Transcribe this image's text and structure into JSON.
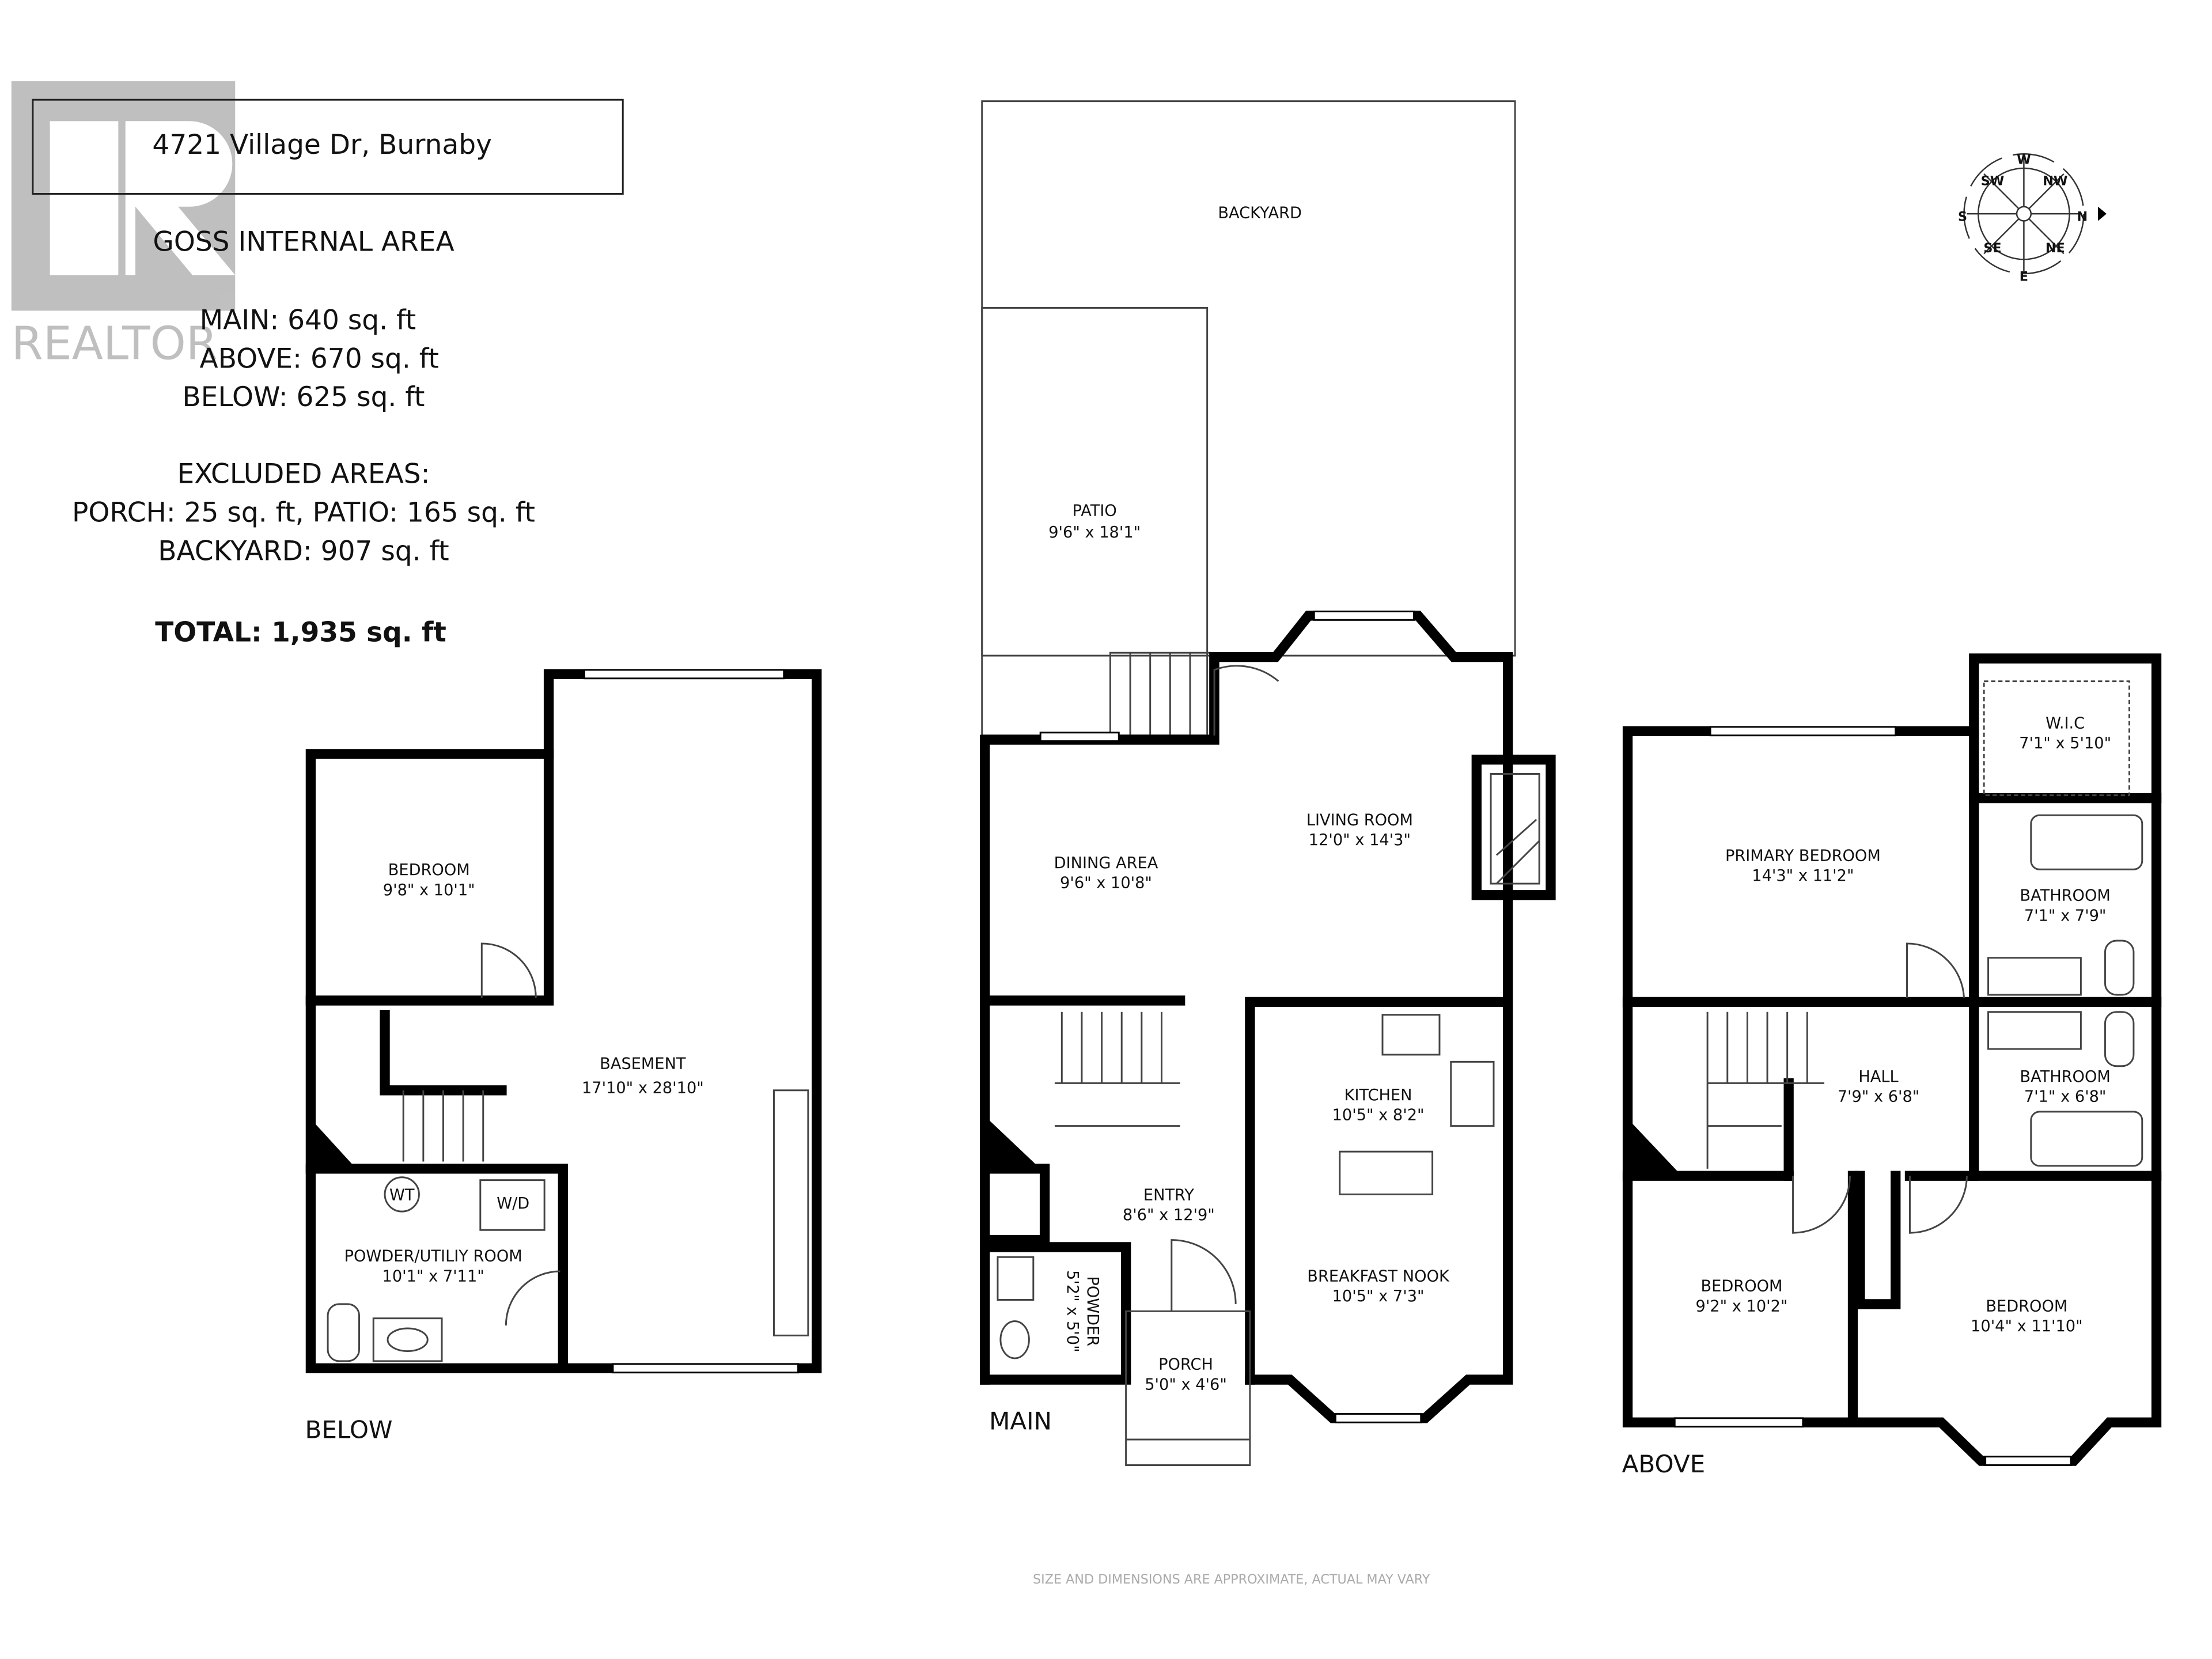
{
  "header": {
    "address": "4721 Village Dr, Burnaby",
    "subtitle": "GOSS INTERNAL AREA",
    "areas": [
      "MAIN: 640 sq. ft",
      "ABOVE: 670 sq. ft",
      "BELOW: 625 sq. ft"
    ],
    "excluded_title": "EXCLUDED AREAS:",
    "excluded": [
      "PORCH: 25 sq. ft, PATIO: 165 sq. ft",
      "BACKYARD:  907 sq. ft"
    ],
    "total": "TOTAL: 1,935 sq. ft"
  },
  "watermark": {
    "text": "REALTOR",
    "color": "#8c8c8c"
  },
  "compass": {
    "labels": {
      "top": "W",
      "right": "N",
      "bottom": "E",
      "left": "S",
      "tl": "SW",
      "tr": "NW",
      "bl": "SE",
      "br": "NE"
    }
  },
  "levels": {
    "below": {
      "label": "BELOW",
      "rooms": [
        {
          "name": "BEDROOM",
          "dims": "9'8\" x 10'1\""
        },
        {
          "name": "BASEMENT",
          "dims": "17'10\" x 28'10\""
        },
        {
          "name": "POWDER/UTILIY ROOM",
          "dims": "10'1\" x 7'11\""
        }
      ],
      "fixtures": [
        "WT",
        "W/D"
      ]
    },
    "main": {
      "label": "MAIN",
      "rooms": [
        {
          "name": "BACKYARD",
          "dims": ""
        },
        {
          "name": "PATIO",
          "dims": "9'6\" x 18'1\""
        },
        {
          "name": "LIVING ROOM",
          "dims": "12'0\" x 14'3\""
        },
        {
          "name": "DINING AREA",
          "dims": "9'6\" x 10'8\""
        },
        {
          "name": "KITCHEN",
          "dims": "10'5\" x 8'2\""
        },
        {
          "name": "ENTRY",
          "dims": "8'6\" x 12'9\""
        },
        {
          "name": "BREAKFAST NOOK",
          "dims": "10'5\" x 7'3\""
        },
        {
          "name": "POWDER",
          "dims": "5'2\" x 5'0\""
        },
        {
          "name": "PORCH",
          "dims": "5'0\" x 4'6\""
        }
      ]
    },
    "above": {
      "label": "ABOVE",
      "rooms": [
        {
          "name": "W.I.C",
          "dims": "7'1\" x 5'10\""
        },
        {
          "name": "PRIMARY BEDROOM",
          "dims": "14'3\" x 11'2\""
        },
        {
          "name": "BATHROOM",
          "dims": "7'1\" x 7'9\""
        },
        {
          "name": "HALL",
          "dims": "7'9\" x 6'8\""
        },
        {
          "name": "BATHROOM",
          "dims": "7'1\" x 6'8\""
        },
        {
          "name": "BEDROOM",
          "dims": "9'2\" x 10'2\""
        },
        {
          "name": "BEDROOM",
          "dims": "10'4\" x 11'10\""
        }
      ]
    }
  },
  "footer": {
    "disclaimer": "SIZE AND DIMENSIONS ARE APPROXIMATE, ACTUAL MAY VARY"
  }
}
